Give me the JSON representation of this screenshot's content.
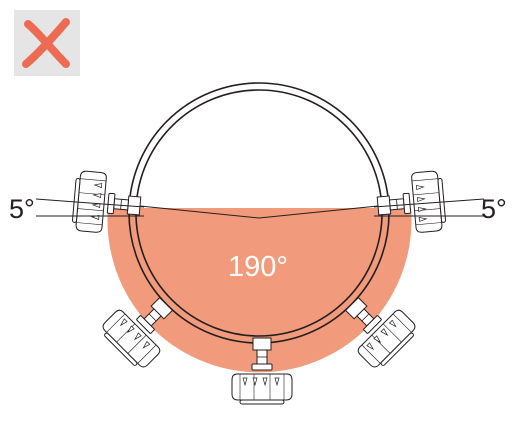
{
  "status": {
    "icon": "cross-icon",
    "color": "#ed6b52",
    "background": "#e5e5e5"
  },
  "angles": {
    "left_tilt": "5°",
    "right_tilt": "5°",
    "sector": "190°"
  },
  "colors": {
    "sector_fill": "#f29b7c",
    "line": "#231f20",
    "clamp_fill": "#ffffff"
  }
}
